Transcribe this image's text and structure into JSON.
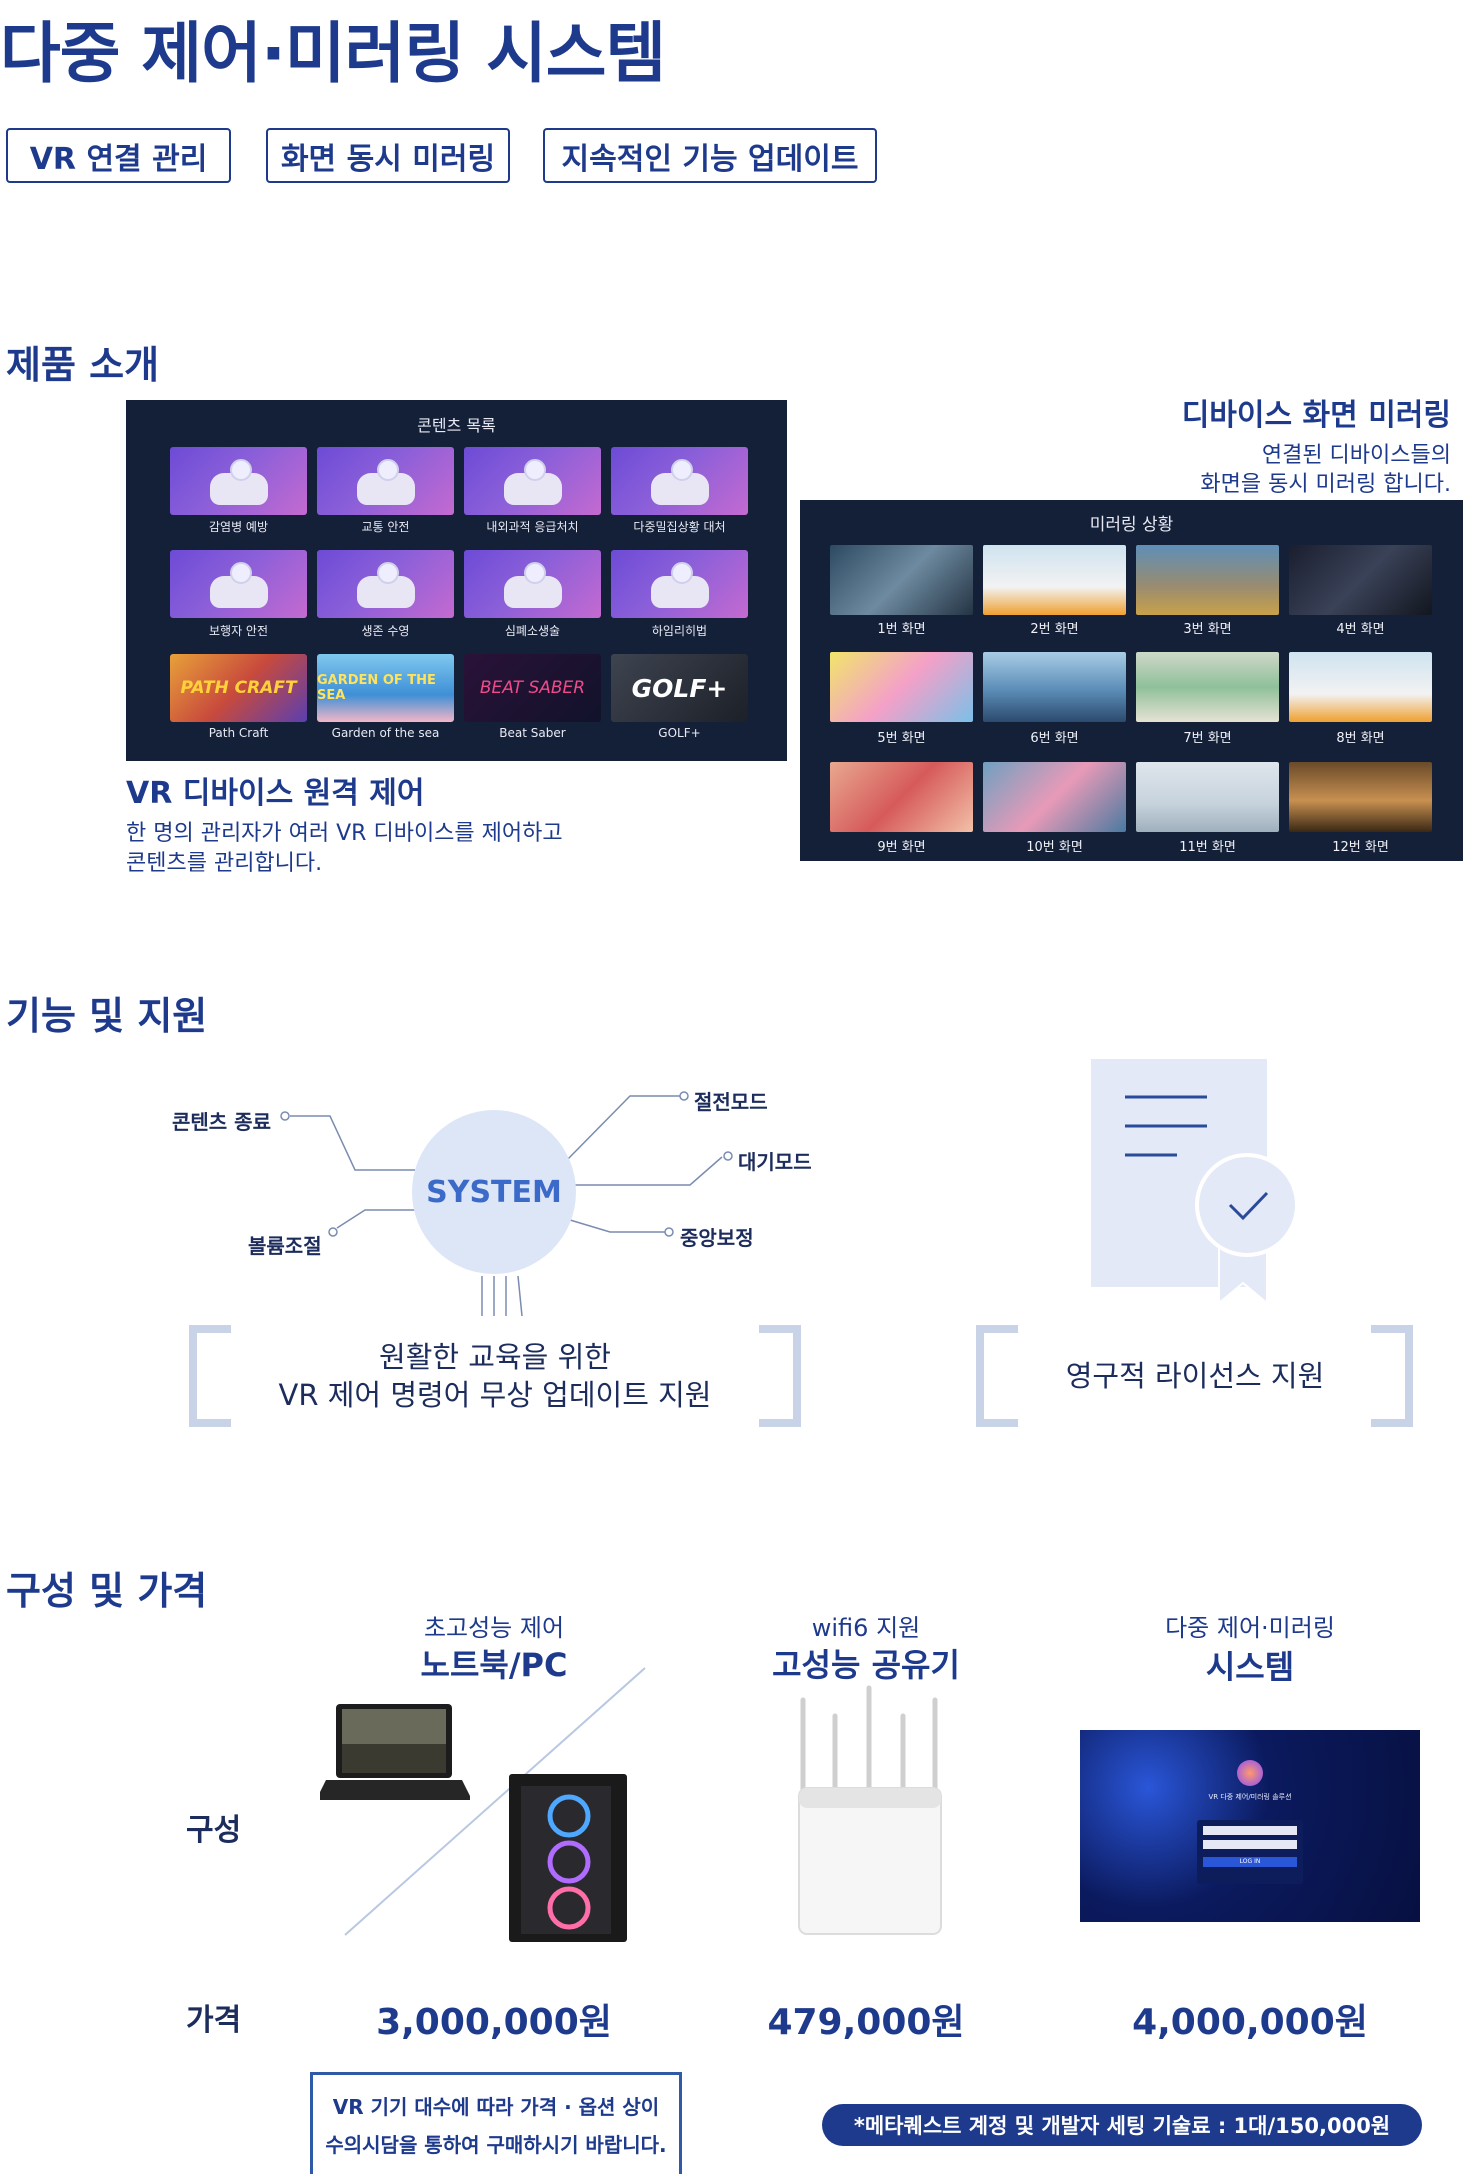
{
  "header": {
    "title": "다중 제어·미러링 시스템",
    "tags": [
      "VR 연결 관리",
      "화면 동시 미러링",
      "지속적인 기능 업데이트"
    ]
  },
  "product_intro": {
    "section_title": "제품 소개",
    "content_screen": {
      "title": "콘텐츠 목록",
      "items": [
        "감염병 예방",
        "교통 안전",
        "내외과적 응급처치",
        "다중밀집상황 대처",
        "보행자 안전",
        "생존 수영",
        "심폐소생술",
        "하임리히법",
        "Path Craft",
        "Garden of the sea",
        "Beat Saber",
        "GOLF+"
      ],
      "game_logos": [
        "PATH CRAFT",
        "GARDEN OF THE SEA",
        "BEAT SABER",
        "GOLF+"
      ]
    },
    "remote_control": {
      "title": "VR 디바이스 원격 제어",
      "desc_line1": "한 명의 관리자가 여러 VR 디바이스를 제어하고",
      "desc_line2": "콘텐츠를 관리합니다."
    },
    "mirroring": {
      "title": "디바이스 화면 미러링",
      "desc_line1": "연결된 디바이스들의",
      "desc_line2": "화면을 동시 미러링 합니다."
    },
    "mirror_screen": {
      "title": "미러링 상황",
      "screens": [
        "1번 화면",
        "2번 화면",
        "3번 화면",
        "4번 화면",
        "5번 화면",
        "6번 화면",
        "7번 화면",
        "8번 화면",
        "9번 화면",
        "10번 화면",
        "11번 화면",
        "12번 화면"
      ]
    }
  },
  "features": {
    "section_title": "기능 및 지원",
    "system_label": "SYSTEM",
    "nodes": {
      "content_end": "콘텐츠 종료",
      "volume": "볼륨조절",
      "power_save": "절전모드",
      "standby": "대기모드",
      "center": "중앙보정"
    },
    "update_support_line1": "원활한 교육을 위한",
    "update_support_line2": "VR 제어 명령어 무상 업데이트 지원",
    "license_support": "영구적 라이선스 지원"
  },
  "pricing": {
    "section_title": "구성 및 가격",
    "columns": [
      {
        "small": "초고성능 제어",
        "big": "노트북/PC",
        "price": "3,000,000원"
      },
      {
        "small": "wifi6 지원",
        "big": "고성능 공유기",
        "price": "479,000원"
      },
      {
        "small": "다중 제어·미러링",
        "big": "시스템",
        "price": "4,000,000원"
      }
    ],
    "row_composition": "구성",
    "row_price": "가격",
    "note_line1": "VR 기기 대수에 따라 가격 · 옵션 상이",
    "note_line2": "수의시담을 통하여 구매하시기 바랍니다.",
    "metaquest_note": "*메타퀘스트 계정 및 개발자 세팅 기술료 : 1대/150,000원",
    "login_screen": {
      "title": "VR 다중 제어/미러링 솔루션",
      "button": "LOG IN"
    }
  },
  "colors": {
    "navy": "#1e3a8c",
    "screen_bg": "#141f38",
    "light_blue": "#dde6f7",
    "bracket": "#c9d3e8"
  }
}
